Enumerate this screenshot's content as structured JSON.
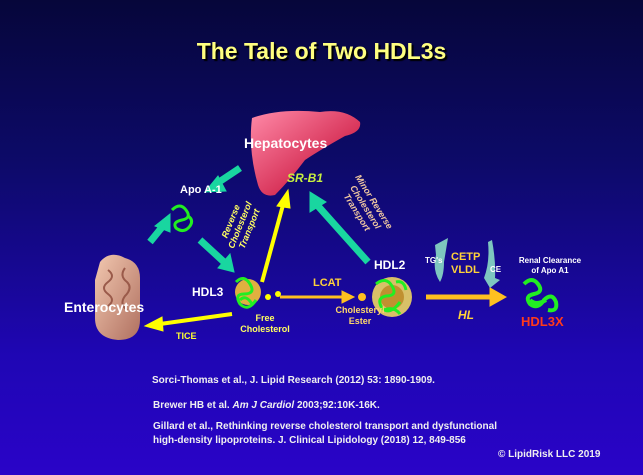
{
  "title": "The Tale of Two HDL3s",
  "labels": {
    "hepatocytes": "Hepatocytes",
    "srb1": "SR-B1",
    "apoa1": "Apo A-1",
    "hdl3": "HDL3",
    "hdl2": "HDL2",
    "enterocytes": "Enterocytes",
    "tice": "TICE",
    "free_chol_1": "Free",
    "free_chol_2": "Cholesterol",
    "lcat": "LCAT",
    "chol_ester_1": "Cholesteryl",
    "chol_ester_2": "Ester",
    "tgs": "TG's",
    "cetp": "CETP",
    "vldl": "VLDL",
    "ce": "CE",
    "hl": "HL",
    "renal_1": "Renal Clearance",
    "renal_2": "of Apo A1",
    "hdl3x": "HDL3X",
    "rct_1": "Reverse",
    "rct_2": "Cholesterol",
    "rct_3": "Transport",
    "minor_1": "Minor Reverse",
    "minor_2": "Cholesterol",
    "minor_3": "Transport"
  },
  "references": [
    "Sorci-Thomas et al., J. Lipid Research (2012) 53: 1890-1909.",
    "Brewer HB et al. ",
    "Am J Cardiol",
    " 2003;92:10K-16K.",
    "Gillard et al., Rethinking reverse cholesterol transport and dysfunctional",
    "high-density lipoproteins. J. Clinical Lipidology (2018) 12, 849-856"
  ],
  "copyright": "© LipidRisk  LLC 2019",
  "colors": {
    "title": "#ffff80",
    "arrow_green": "#19d6a0",
    "arrow_yellow": "#ffff00",
    "hdl3x": "#ff3a1a",
    "apo": "#22ee22"
  }
}
